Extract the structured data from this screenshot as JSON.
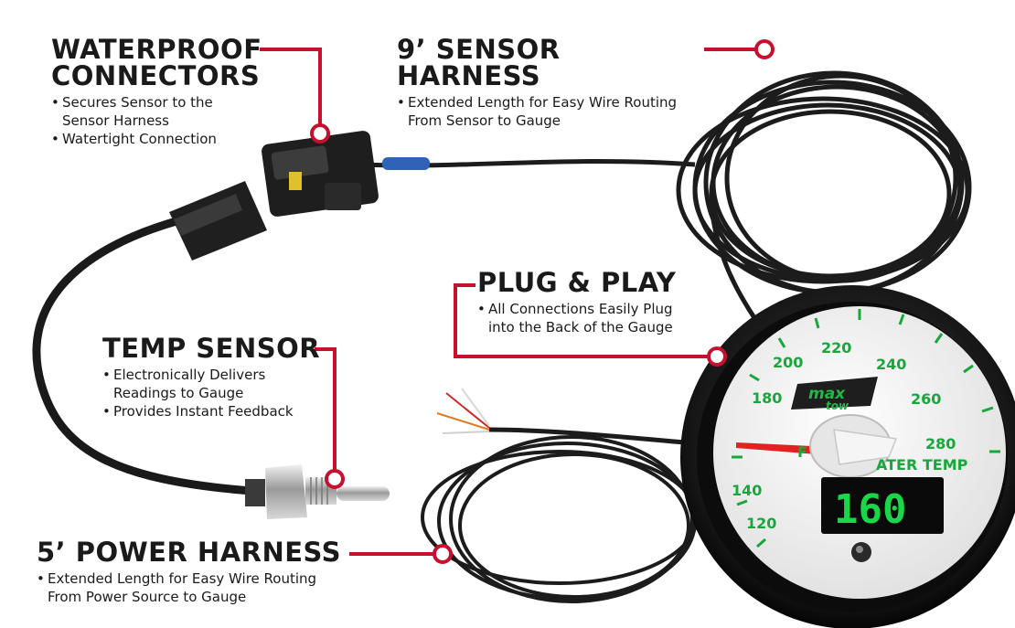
{
  "callouts": {
    "waterproof": {
      "title_line1": "WATERPROOF",
      "title_line2": "CONNECTORS",
      "bullets": [
        "Secures Sensor to the Sensor Harness",
        "Watertight Connection"
      ]
    },
    "sensor_harness": {
      "title": "9’ SENSOR HARNESS",
      "bullets": [
        "Extended Length for Easy Wire Routing From Sensor to Gauge"
      ]
    },
    "plug_play": {
      "title": "PLUG & PLAY",
      "bullets": [
        "All Connections Easily Plug into the Back of the Gauge"
      ]
    },
    "temp_sensor": {
      "title": "TEMP SENSOR",
      "bullets": [
        "Electronically Delivers Readings to Gauge",
        "Provides Instant Feedback"
      ]
    },
    "power_harness": {
      "title": "5’ POWER HARNESS",
      "bullets": [
        "Extended Length for Easy Wire Routing From Power Source to Gauge"
      ]
    }
  },
  "gauge": {
    "dial_numbers": [
      "120",
      "140",
      "180",
      "200",
      "220",
      "240",
      "260",
      "280"
    ],
    "unit": "F",
    "label": "ATER TEMP",
    "readout": "160",
    "logo": "maxtow"
  },
  "colors": {
    "callout_red": "#c8102e",
    "dial_green": "#19a63c",
    "readout_green": "#18d84a"
  }
}
